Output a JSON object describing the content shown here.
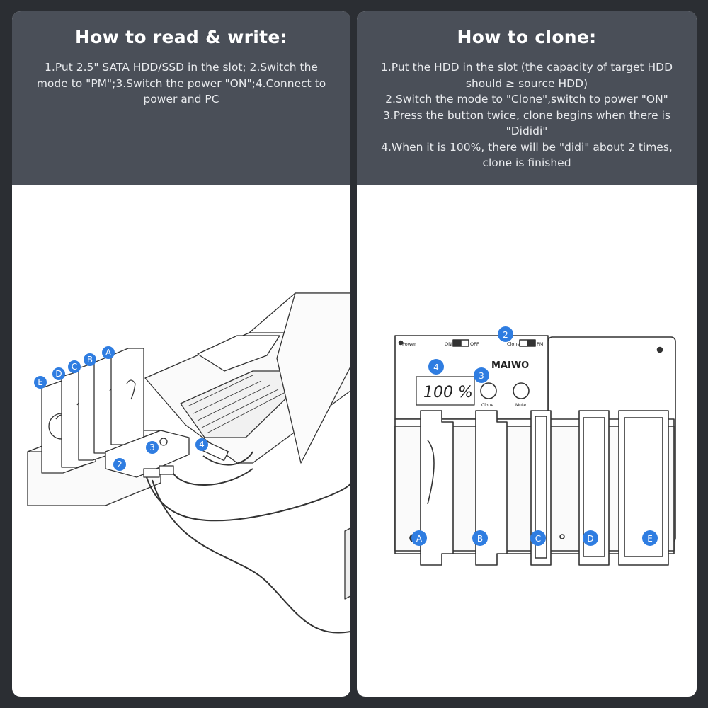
{
  "read_write": {
    "title": "How to read & write:",
    "steps": [
      "1.Put 2.5\" SATA HDD/SSD in the slot; 2.Switch the",
      "mode to \"PM\";3.Switch the power \"ON\";4.Connect to",
      "power and PC"
    ],
    "callouts": [
      "A",
      "B",
      "C",
      "D",
      "E",
      "2",
      "3",
      "4"
    ]
  },
  "clone": {
    "title": "How to clone:",
    "steps": [
      "1.Put the HDD in the slot (the capacity of target HDD",
      "should ≥ source HDD)",
      "2.Switch the mode to \"Clone\",switch to power \"ON\"",
      "3.Press the button twice, clone begins when there is",
      "\"Dididi\"",
      "4.When it is 100%, there will be \"didi\" about 2 times,",
      "clone is finished"
    ],
    "device": {
      "brand": "MAIWO",
      "display": "100 %",
      "power_label": "Power",
      "on_label": "ON",
      "off_label": "OFF",
      "clone_label": "Clone",
      "pm_label": "PM",
      "button1_label": "Clone",
      "button2_label": "Mute"
    },
    "callouts": [
      "2",
      "4",
      "3",
      "A",
      "B",
      "C",
      "D",
      "E"
    ]
  },
  "colors": {
    "background": "#2b2e33",
    "header": "#4a4f58",
    "callout": "#2f7de1",
    "line_art": "#333333"
  }
}
